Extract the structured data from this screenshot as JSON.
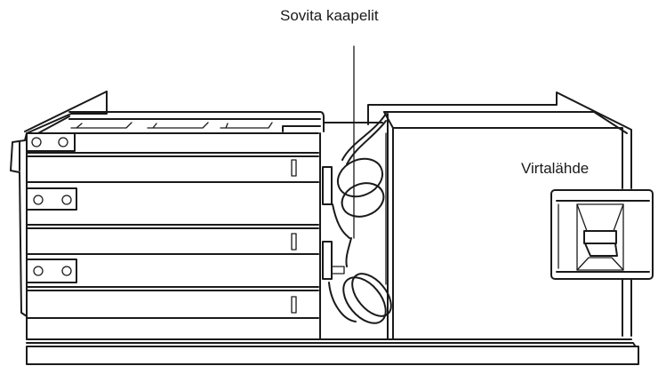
{
  "diagram": {
    "type": "technical-illustration",
    "subject": "Computer chassis interior, front view with drive bays and power supply",
    "labels": [
      {
        "id": "cables",
        "text": "Sovita kaapelit",
        "points_to": "cable bundle between drive bays and power supply"
      },
      {
        "id": "psu",
        "text": "Virtalähde",
        "points_to": "power supply unit with switch"
      }
    ],
    "components": {
      "drive_bays": {
        "count": 3,
        "mounting_holes_per_bracket": 2
      },
      "cable_loops": 2,
      "power_switch": "rocker switch on power supply front"
    },
    "colors": {
      "line": "#1a1a1a",
      "background": "#ffffff"
    }
  }
}
